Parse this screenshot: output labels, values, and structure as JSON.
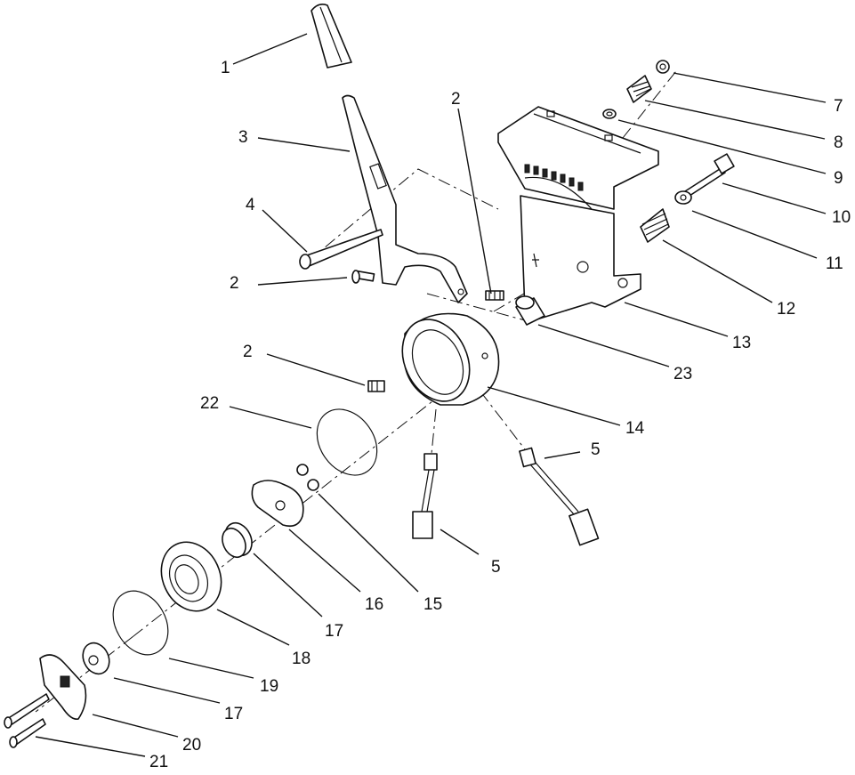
{
  "callouts": [
    {
      "id": "c-1",
      "label": "1"
    },
    {
      "id": "c-2a",
      "label": "2"
    },
    {
      "id": "c-3",
      "label": "3"
    },
    {
      "id": "c-4",
      "label": "4"
    },
    {
      "id": "c-2b",
      "label": "2"
    },
    {
      "id": "c-2c",
      "label": "2"
    },
    {
      "id": "c-7",
      "label": "7"
    },
    {
      "id": "c-8",
      "label": "8"
    },
    {
      "id": "c-9",
      "label": "9"
    },
    {
      "id": "c-10",
      "label": "10"
    },
    {
      "id": "c-11",
      "label": "11"
    },
    {
      "id": "c-12",
      "label": "12"
    },
    {
      "id": "c-13",
      "label": "13"
    },
    {
      "id": "c-23",
      "label": "23"
    },
    {
      "id": "c-2d",
      "label": "2"
    },
    {
      "id": "c-22",
      "label": "22"
    },
    {
      "id": "c-14",
      "label": "14"
    },
    {
      "id": "c-5a",
      "label": "5"
    },
    {
      "id": "c-5b",
      "label": "5"
    },
    {
      "id": "c-15",
      "label": "15"
    },
    {
      "id": "c-16",
      "label": "16"
    },
    {
      "id": "c-17a",
      "label": "17"
    },
    {
      "id": "c-18",
      "label": "18"
    },
    {
      "id": "c-19",
      "label": "19"
    },
    {
      "id": "c-17b",
      "label": "17"
    },
    {
      "id": "c-20",
      "label": "20"
    },
    {
      "id": "c-21",
      "label": "21"
    }
  ]
}
